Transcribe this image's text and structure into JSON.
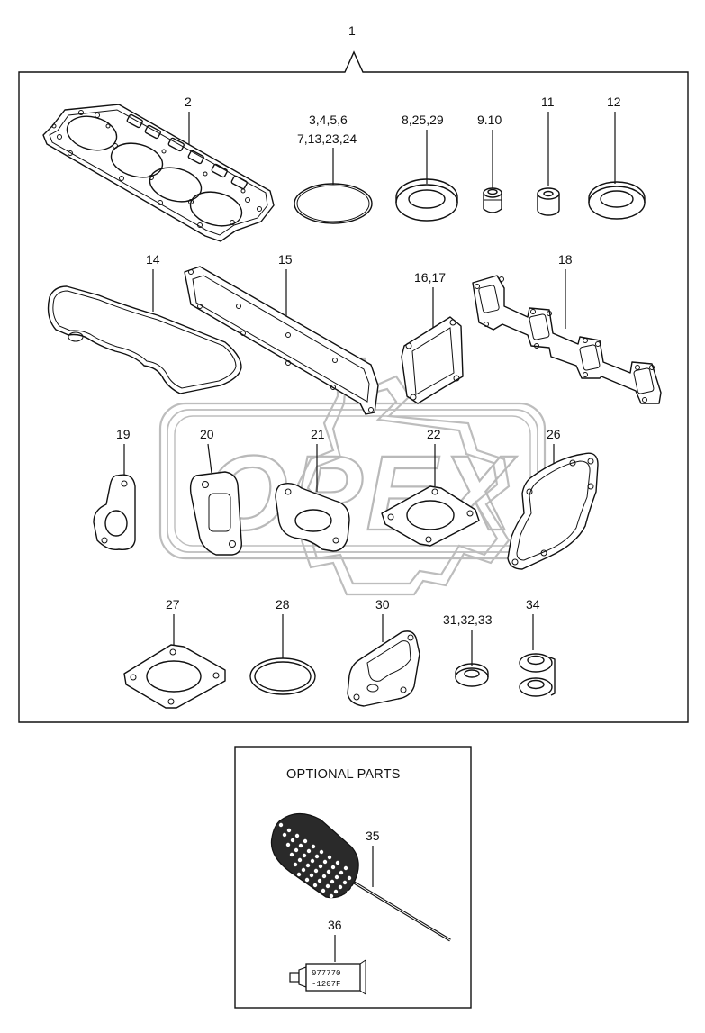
{
  "diagram": {
    "assembly_label": "1",
    "watermark": "OPEX",
    "parts": [
      {
        "id": "p2",
        "label": "2"
      },
      {
        "id": "p3",
        "label": "3,4,5,6"
      },
      {
        "id": "p3b",
        "label": "7,13,23,24"
      },
      {
        "id": "p8",
        "label": "8,25,29"
      },
      {
        "id": "p9",
        "label": "9.10"
      },
      {
        "id": "p11",
        "label": "11"
      },
      {
        "id": "p12",
        "label": "12"
      },
      {
        "id": "p14",
        "label": "14"
      },
      {
        "id": "p15",
        "label": "15"
      },
      {
        "id": "p16",
        "label": "16,17"
      },
      {
        "id": "p18",
        "label": "18"
      },
      {
        "id": "p19",
        "label": "19"
      },
      {
        "id": "p20",
        "label": "20"
      },
      {
        "id": "p21",
        "label": "21"
      },
      {
        "id": "p22",
        "label": "22"
      },
      {
        "id": "p26",
        "label": "26"
      },
      {
        "id": "p27",
        "label": "27"
      },
      {
        "id": "p28",
        "label": "28"
      },
      {
        "id": "p30",
        "label": "30"
      },
      {
        "id": "p31",
        "label": "31,32,33"
      },
      {
        "id": "p34",
        "label": "34"
      }
    ],
    "optional": {
      "title": "OPTIONAL PARTS",
      "parts": [
        {
          "id": "p35",
          "label": "35"
        },
        {
          "id": "p36",
          "label": "36"
        }
      ],
      "tube_text_1": "977770",
      "tube_text_2": "-1207F"
    }
  }
}
